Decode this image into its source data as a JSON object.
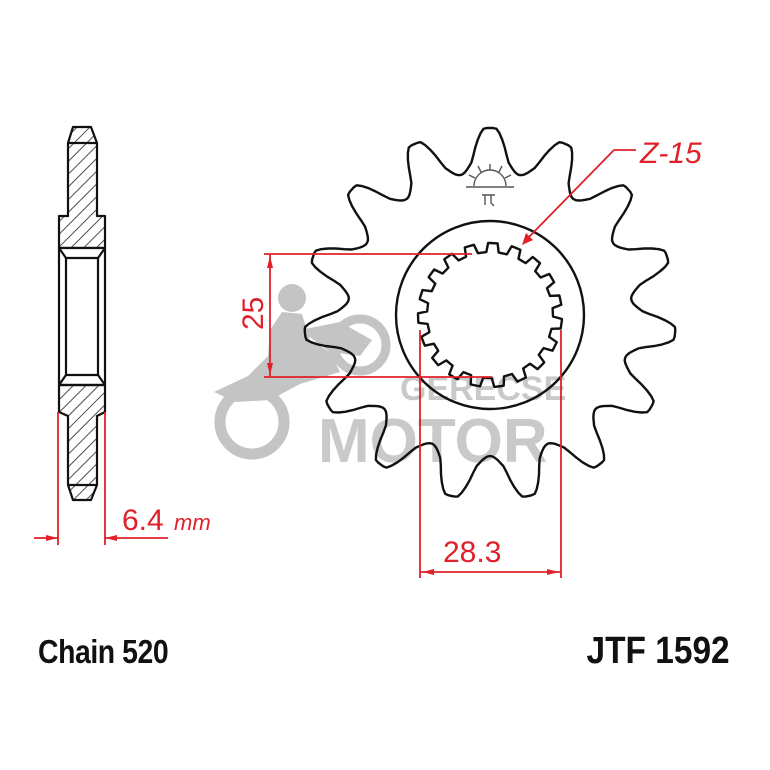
{
  "drawing": {
    "type": "front sprocket technical drawing",
    "teeth_label": "Z-15",
    "teeth_count": 15,
    "spline_count": 19,
    "dimensions": {
      "spline_height": "25",
      "spline_width": "28.3",
      "thickness_value": "6.4",
      "thickness_unit": "mm"
    },
    "chain_label": "Chain 520",
    "part_number": "JTF 1592",
    "watermark": {
      "line1": "GERECSE",
      "line2": "MOTOR"
    },
    "colors": {
      "outline": "#111111",
      "dimension": "#e0202a",
      "watermark": "#c9c9c9",
      "background": "#ffffff"
    }
  }
}
